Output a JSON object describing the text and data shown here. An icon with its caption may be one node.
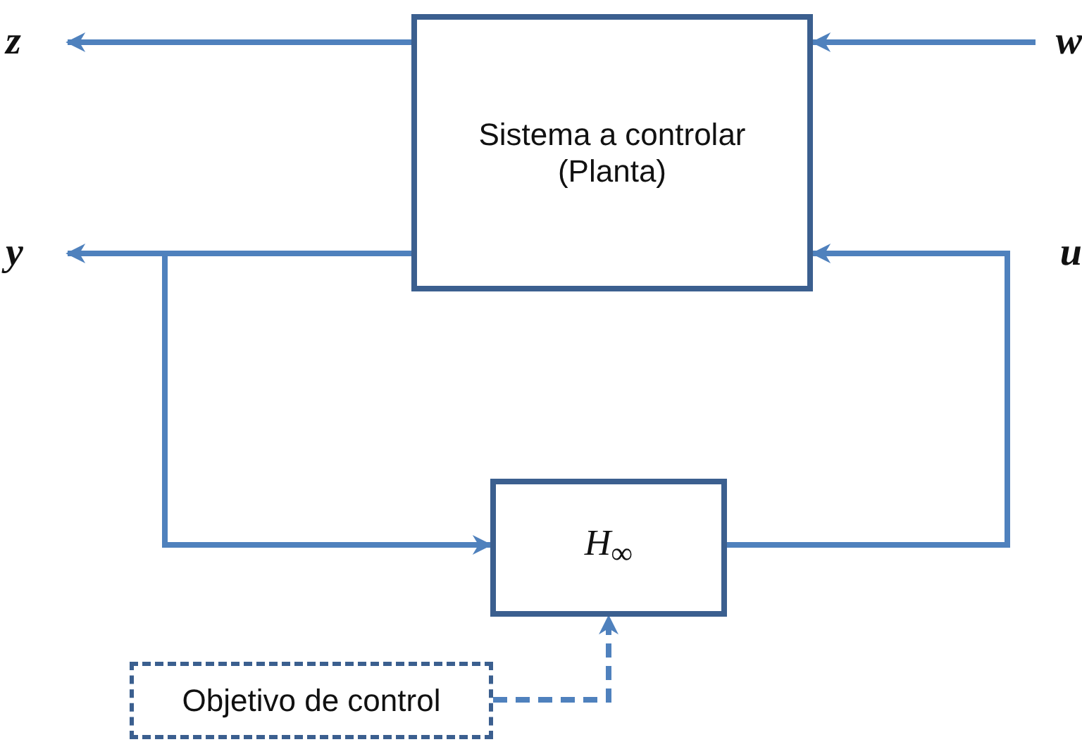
{
  "diagram": {
    "nodes": [
      {
        "text": [
          "Sistema a controlar (Planta)"
        ]
      },
      {
        "text": [
          "*H*$_{∞}$"
        ]
      },
      {
        "text": [
          "Objetivo de control"
        ]
      },
      {
        "text": [
          "z"
        ]
      },
      {
        "text": [
          "w"
        ]
      },
      {
        "text": [
          "y"
        ]
      }
    ],
    "edges": [
      {
        "from": 0,
        "to": 3,
        "arrow": "to"
      },
      {
        "from": 4,
        "to": 0,
        "arrow": "to"
      },
      {
        "from": 0,
        "to": 5,
        "arrow": "to"
      },
      {
        "from": 0,
        "to": 1,
        "arrow": "to"
      },
      {
        "from": 1,
        "to": 0,
        "arrow": "to",
        "label": "u"
      },
      {
        "from": 2,
        "to": 1,
        "arrow": "to",
        "style": "dashed"
      }
    ]
  }
}
